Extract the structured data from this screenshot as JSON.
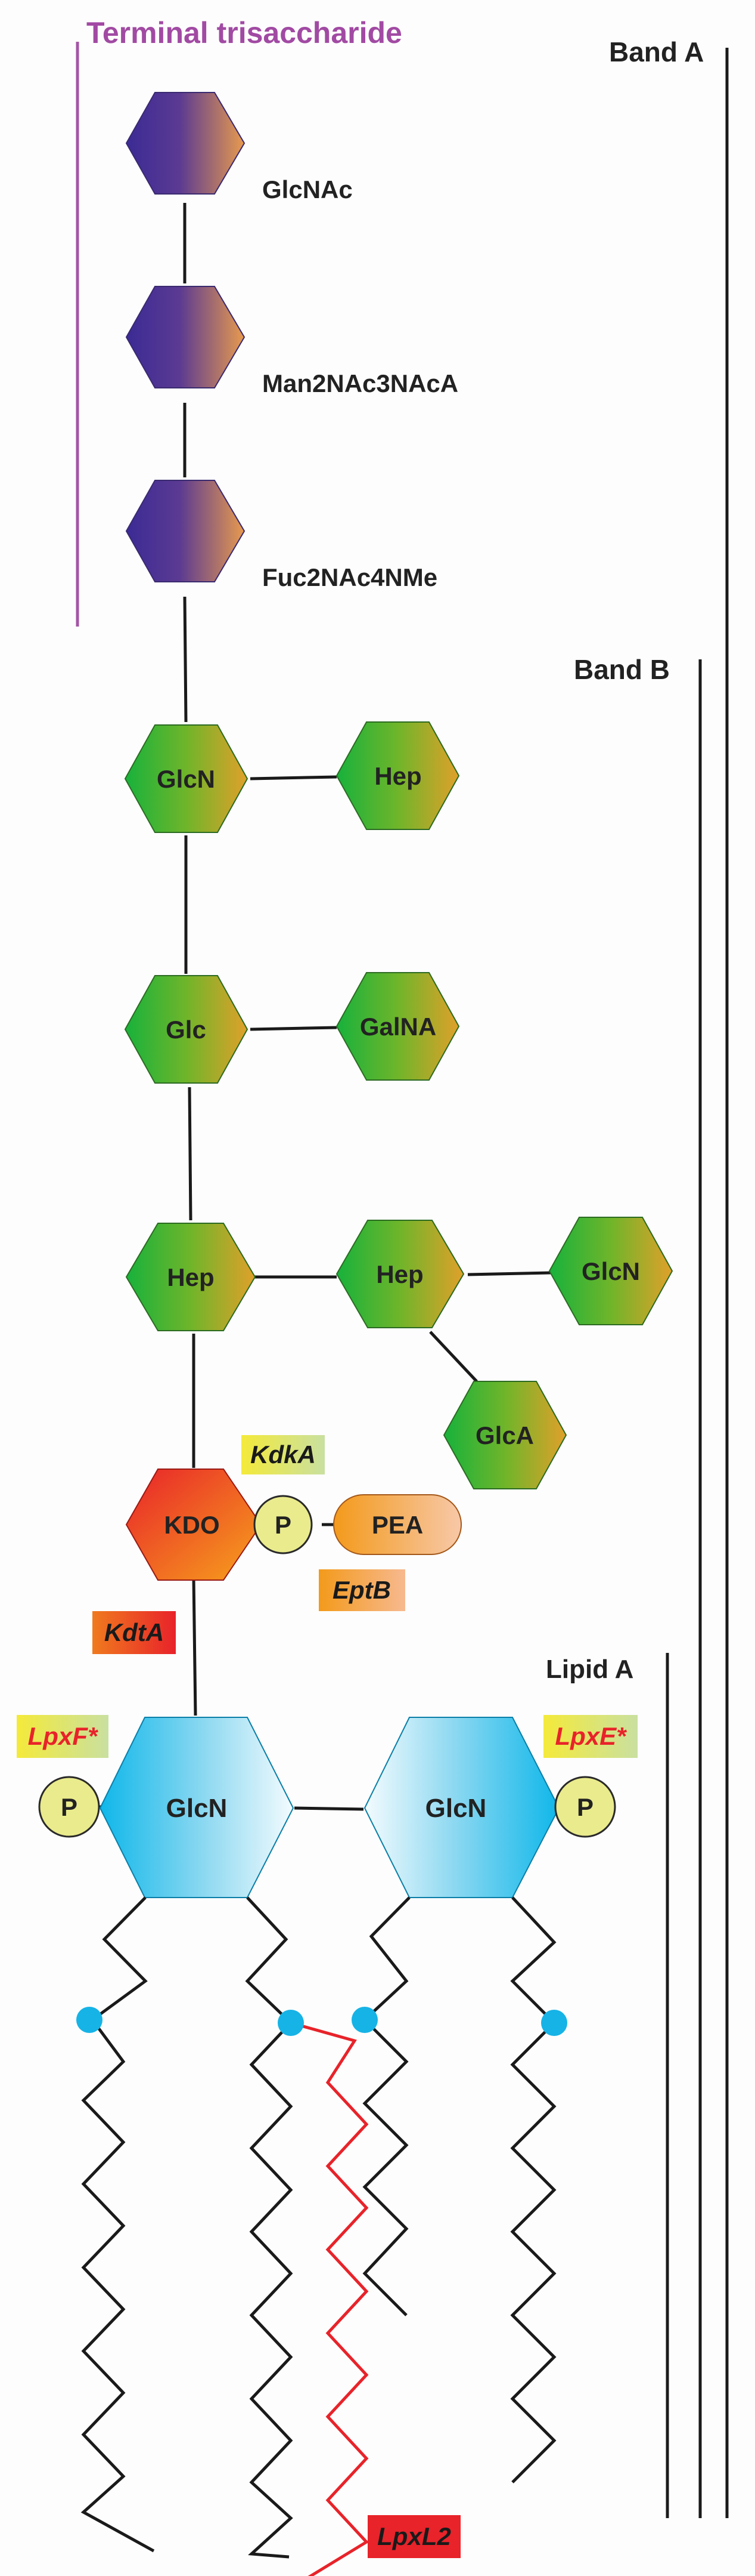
{
  "colors": {
    "purple_text": "#a14aa3",
    "purple_line": "#a455a5",
    "line": "#1a1a1a",
    "lpxl2_chain": "#e8232a",
    "lipid_dot": "#16b3e6",
    "enzyme_red_text": "#e8232a"
  },
  "bands": {
    "band_a": "Band A",
    "band_b": "Band B",
    "lipid_a": "Lipid A",
    "terminal_trisaccharide": "Terminal trisaccharide"
  },
  "sugars": {
    "glcnac": "GlcNAc",
    "man2nac3naca": "Man2NAc3NAcA",
    "fuc2nac4nme": "Fuc2NAc4NMe",
    "glcn_core": "GlcN",
    "hep_branch1": "Hep",
    "glc": "Glc",
    "galna": "GalNA",
    "hep_inner": "Hep",
    "hep_outer": "Hep",
    "glcn_branch": "GlcN",
    "glca": "GlcA",
    "kdo": "KDO",
    "phosphate_kdo": "P",
    "pea": "PEA",
    "lipid_glcn_left": "GlcN",
    "lipid_glcn_right": "GlcN",
    "phosphate_left": "P",
    "phosphate_right": "P"
  },
  "enzymes": {
    "kdka": "KdkA",
    "eptb": "EptB",
    "kdta": "KdtA",
    "lpxf": "LpxF*",
    "lpxe": "LpxE*",
    "lpxl2": "LpxL2"
  }
}
